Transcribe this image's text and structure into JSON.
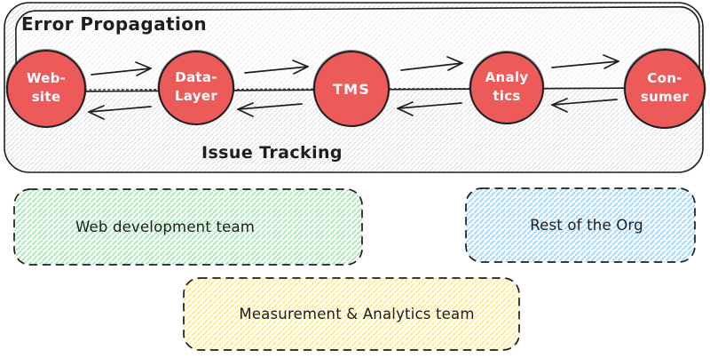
{
  "flow": {
    "title": "Error Propagation",
    "subtitle": "Issue Tracking",
    "nodes": [
      {
        "id": "website",
        "line1": "Web-",
        "line2": "site"
      },
      {
        "id": "data-layer",
        "line1": "Data-",
        "line2": "Layer"
      },
      {
        "id": "tms",
        "line1": "TMS",
        "line2": ""
      },
      {
        "id": "analytics",
        "line1": "Analy",
        "line2": "tics"
      },
      {
        "id": "consumer",
        "line1": "Con-",
        "line2": "sumer"
      }
    ],
    "forward_arrow_count": 4,
    "backward_arrow_count": 4
  },
  "teams": [
    {
      "label": "Web development team",
      "hatch": "#aeE8b8"
    },
    {
      "label": "Rest of the Org",
      "hatch": "#a5d8ff"
    },
    {
      "label": "Measurement & Analytics team",
      "hatch": "#ffec99"
    }
  ],
  "colors": {
    "stroke": "#1e1e1e",
    "node_fill": "#ec5a5a",
    "hatch_gray": "#e0e0e0",
    "hatch_faint": "#f0f0f0"
  }
}
